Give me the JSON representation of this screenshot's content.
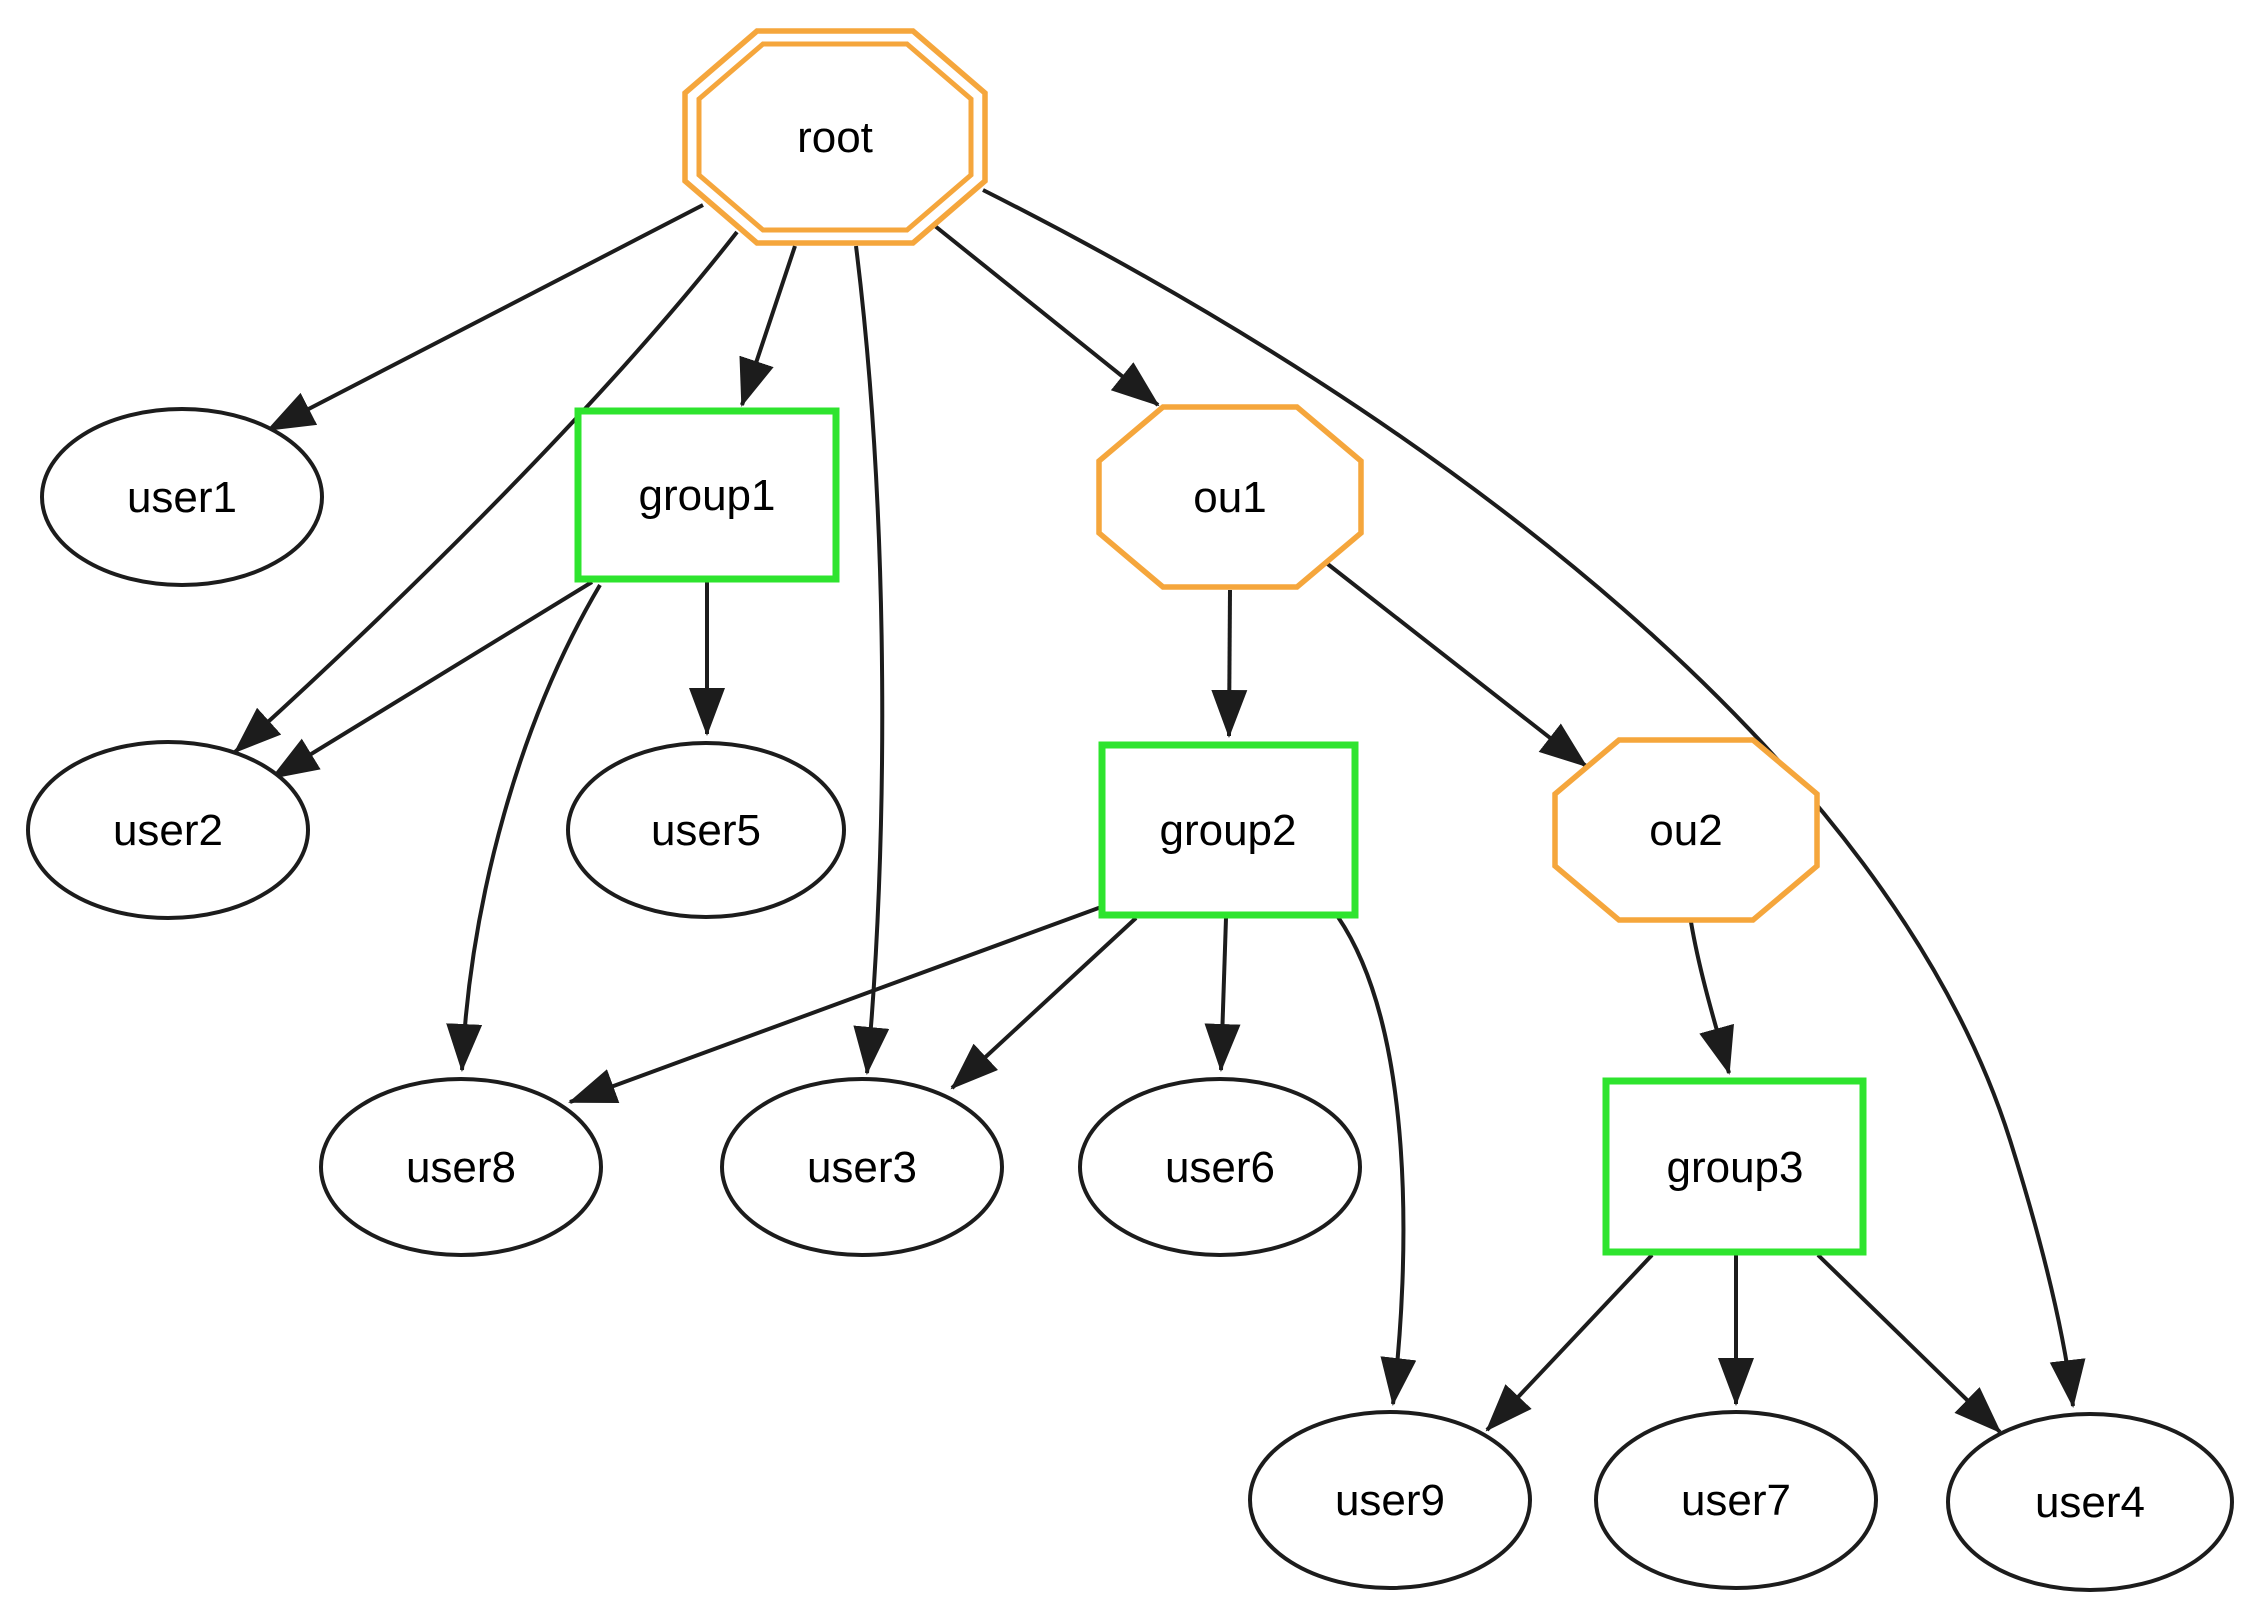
{
  "diagram": {
    "kind": "directed-graph",
    "background_color": "#ffffff",
    "colors": {
      "edge": "#1c1c1c",
      "text": "#000000",
      "user_border": "#1c1c1c",
      "group_border": "#2ee42e",
      "ou_border": "#f5a63c"
    },
    "node_styles": {
      "user": "ellipse",
      "group": "box",
      "ou": "octagon",
      "root": "doubleoctagon"
    },
    "nodes": [
      {
        "id": "root",
        "label": "root",
        "type": "root"
      },
      {
        "id": "user1",
        "label": "user1",
        "type": "user"
      },
      {
        "id": "group1",
        "label": "group1",
        "type": "group"
      },
      {
        "id": "ou1",
        "label": "ou1",
        "type": "ou"
      },
      {
        "id": "user2",
        "label": "user2",
        "type": "user"
      },
      {
        "id": "user5",
        "label": "user5",
        "type": "user"
      },
      {
        "id": "group2",
        "label": "group2",
        "type": "group"
      },
      {
        "id": "ou2",
        "label": "ou2",
        "type": "ou"
      },
      {
        "id": "user8",
        "label": "user8",
        "type": "user"
      },
      {
        "id": "user3",
        "label": "user3",
        "type": "user"
      },
      {
        "id": "user6",
        "label": "user6",
        "type": "user"
      },
      {
        "id": "group3",
        "label": "group3",
        "type": "group"
      },
      {
        "id": "user9",
        "label": "user9",
        "type": "user"
      },
      {
        "id": "user7",
        "label": "user7",
        "type": "user"
      },
      {
        "id": "user4",
        "label": "user4",
        "type": "user"
      }
    ],
    "edges": [
      {
        "from": "root",
        "to": "user1"
      },
      {
        "from": "root",
        "to": "user2"
      },
      {
        "from": "root",
        "to": "group1"
      },
      {
        "from": "root",
        "to": "ou1"
      },
      {
        "from": "root",
        "to": "user3"
      },
      {
        "from": "root",
        "to": "user4"
      },
      {
        "from": "group1",
        "to": "user2"
      },
      {
        "from": "group1",
        "to": "user5"
      },
      {
        "from": "group1",
        "to": "user8"
      },
      {
        "from": "ou1",
        "to": "group2"
      },
      {
        "from": "ou1",
        "to": "ou2"
      },
      {
        "from": "group2",
        "to": "user8"
      },
      {
        "from": "group2",
        "to": "user3"
      },
      {
        "from": "group2",
        "to": "user6"
      },
      {
        "from": "group2",
        "to": "user9"
      },
      {
        "from": "ou2",
        "to": "group3"
      },
      {
        "from": "group3",
        "to": "user9"
      },
      {
        "from": "group3",
        "to": "user7"
      },
      {
        "from": "group3",
        "to": "user4"
      }
    ]
  }
}
